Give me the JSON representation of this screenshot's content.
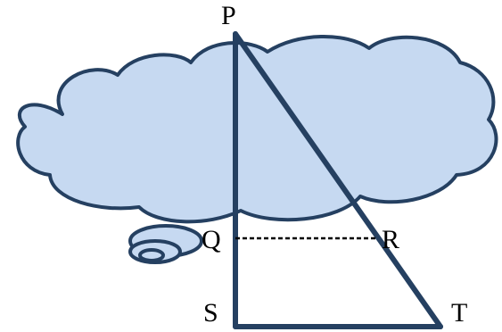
{
  "diagram": {
    "points": {
      "P": "P",
      "Q": "Q",
      "R": "R",
      "S": "S",
      "T": "T"
    },
    "colors": {
      "cloud_fill": "#c6d9f1",
      "cloud_stroke": "#254061",
      "line": "#254061",
      "dashed": "#000000"
    }
  }
}
